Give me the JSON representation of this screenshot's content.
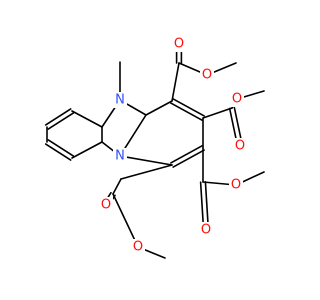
{
  "molecule": {
    "atom_labels": {
      "n_methyl": "N",
      "n_bridge": "N",
      "o_top_carbonyl": "O",
      "o_top_ether": "O",
      "o_right_upper_carbonyl": "O",
      "o_right_upper_ether": "O",
      "o_right_lower_carbonyl": "O",
      "o_right_lower_ether": "O",
      "o_bottom_carbonyl": "O",
      "o_bottom_ether": "O"
    },
    "colors": {
      "nitrogen": "#3050f8",
      "oxygen": "#ff0d0d",
      "bond": "#000000"
    }
  }
}
